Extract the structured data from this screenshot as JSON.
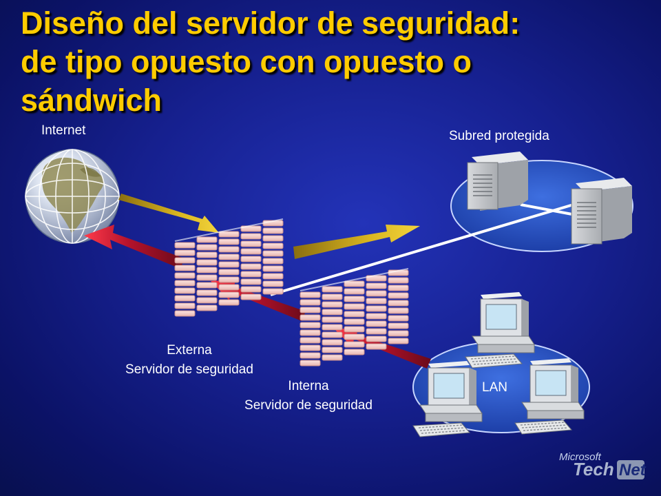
{
  "slide": {
    "title_lines": [
      "Diseño del servidor de seguridad:",
      "de tipo opuesto con opuesto o",
      "sándwich"
    ],
    "labels": {
      "internet": "Internet",
      "protected_subnet": "Subred protegida",
      "external_line1": "Externa",
      "external_line2": "Servidor de seguridad",
      "internal_line1": "Interna",
      "internal_line2": "Servidor de seguridad",
      "lan": "LAN"
    },
    "logo": {
      "brand": "Microsoft",
      "product_prefix": "Tech",
      "product_suffix": "Net"
    }
  },
  "colors": {
    "title": "#ffcc00",
    "label_text": "#ffffff",
    "inbound_arrow": "#d4b21c",
    "outbound_arrow": "#c8102e",
    "firewall_brick": "#f4d0cc",
    "network_ellipse": "#2c56c8"
  },
  "icons": [
    "globe-icon",
    "firewall-icon",
    "server-icon",
    "workstation-icon",
    "technet-logo"
  ]
}
